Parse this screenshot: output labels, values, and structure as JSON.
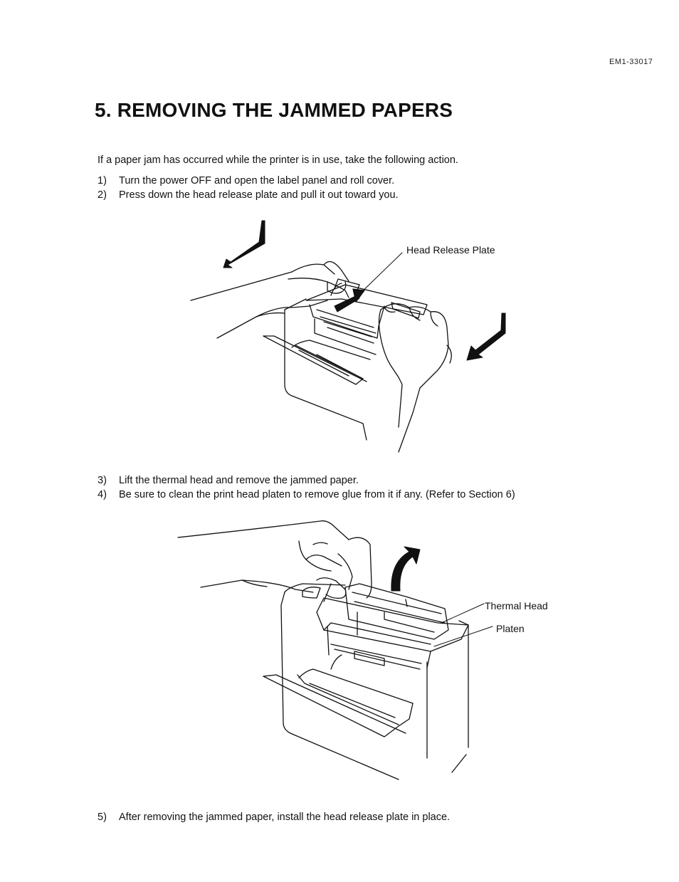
{
  "document": {
    "code": "EM1-33017",
    "title": "5. REMOVING THE JAMMED PAPERS",
    "intro": "If a paper jam has occurred while the printer is in use, take the following action.",
    "steps": [
      {
        "num": "1)",
        "text": "Turn the power OFF and open the label panel and roll cover."
      },
      {
        "num": "2)",
        "text": "Press down the head release plate and pull it out toward you."
      },
      {
        "num": "3)",
        "text": "Lift the thermal head and remove the jammed paper."
      },
      {
        "num": "4)",
        "text": "Be sure to clean the print head platen to remove glue from it if any.  (Refer to Section 6)"
      },
      {
        "num": "5)",
        "text": "After removing the jammed paper, install the head release plate in place."
      }
    ]
  },
  "figure1": {
    "callouts": [
      "Head Release Plate"
    ]
  },
  "figure2": {
    "callouts": [
      "Thermal Head",
      "Platen"
    ]
  }
}
